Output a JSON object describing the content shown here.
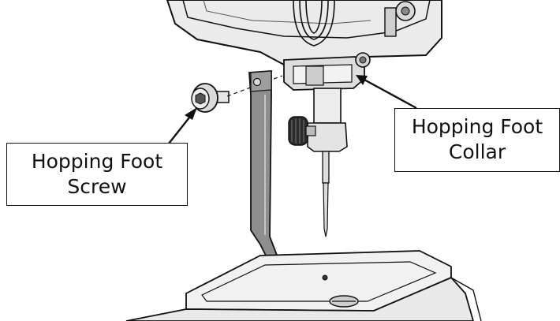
{
  "labels": {
    "screw": {
      "line1": "Hopping Foot",
      "line2": "Screw"
    },
    "collar": {
      "line1": "Hopping Foot",
      "line2": "Collar"
    }
  },
  "colors": {
    "outline": "#111111",
    "light_gray": "#e6e6e6",
    "mid_gray": "#bdbdbd",
    "dark_gray": "#6f6f6f",
    "foot_gray": "#8e8e8e",
    "background": "#ffffff"
  }
}
